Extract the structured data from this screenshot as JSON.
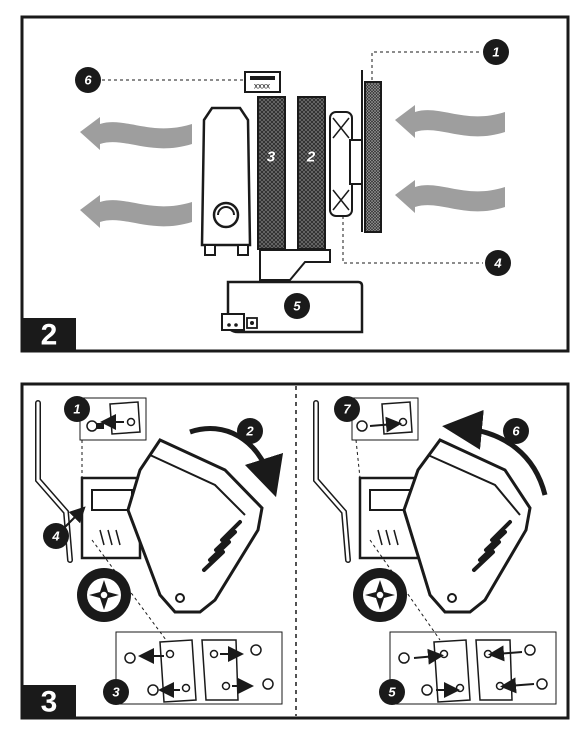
{
  "panel_top": {
    "step_number": "2",
    "label_code": "xxxx",
    "callouts": [
      "1",
      "2",
      "3",
      "4",
      "5",
      "6"
    ]
  },
  "panel_bottom": {
    "step_number": "3",
    "callouts": [
      "1",
      "2",
      "3",
      "4",
      "5",
      "6",
      "7"
    ]
  },
  "colors": {
    "ink": "#1a1a1a",
    "airflow_arrow": "#9e9e9e",
    "background": "#ffffff"
  }
}
